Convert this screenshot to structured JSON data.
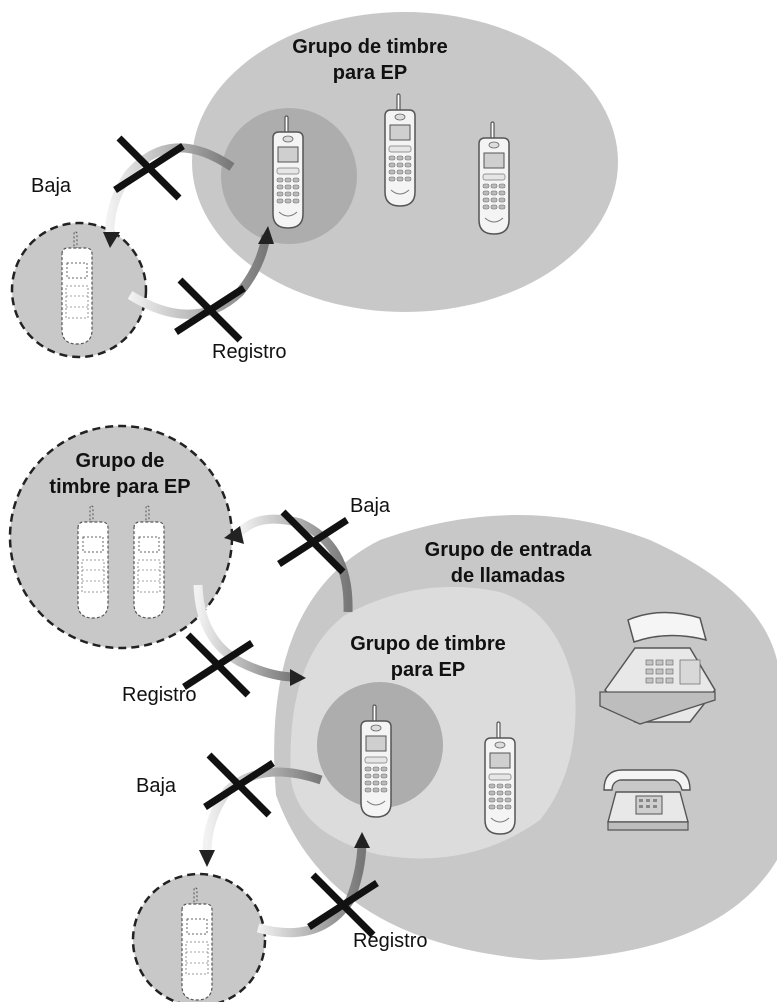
{
  "top": {
    "ring_group_title_line1": "Grupo de timbre",
    "ring_group_title_line2": "para EP",
    "leave_label": "Baja",
    "register_label": "Registro"
  },
  "bottom": {
    "left_group_title_line1": "Grupo de",
    "left_group_title_line2": "timbre para EP",
    "incoming_group_title_line1": "Grupo de entrada",
    "incoming_group_title_line2": "de llamadas",
    "inner_ring_group_title_line1": "Grupo de timbre",
    "inner_ring_group_title_line2": "para EP",
    "upper_leave_label": "Baja",
    "upper_register_label": "Registro",
    "lower_leave_label": "Baja",
    "lower_register_label": "Registro"
  },
  "icons": {
    "portable_station": "cordless-phone-icon",
    "desk_phone": "desk-phone-icon",
    "single_line_phone": "single-line-phone-icon"
  },
  "colors": {
    "outer_group_fill": "#c8c8c8",
    "ring_group_fill": "#dcdcdc",
    "highlight_fill": "#adadad",
    "cross": "#111111",
    "arrow": "#333333"
  }
}
